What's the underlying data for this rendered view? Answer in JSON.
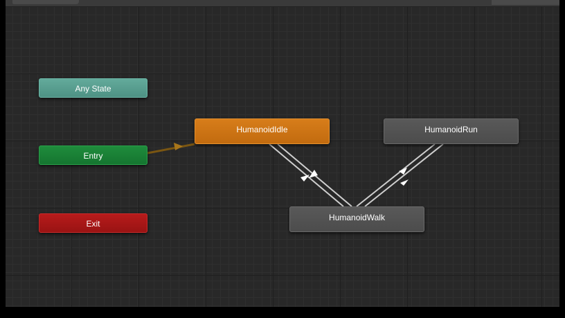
{
  "window": {
    "theme_colors": {
      "background": "#282828",
      "grid_major": "#1f1f1f",
      "grid_minor": "#2f2f2f",
      "any_state": "#5aa091",
      "entry": "#1a8236",
      "exit": "#a81717",
      "default_state": "#c8720f",
      "state": "#525252",
      "transition": "#cfcfcf",
      "default_transition": "#7a5612"
    }
  },
  "nodes": {
    "any_state": {
      "label": "Any State"
    },
    "entry": {
      "label": "Entry"
    },
    "exit": {
      "label": "Exit"
    },
    "humanoid_idle": {
      "label": "HumanoidIdle",
      "is_default": true
    },
    "humanoid_run": {
      "label": "HumanoidRun"
    },
    "humanoid_walk": {
      "label": "HumanoidWalk"
    }
  },
  "transitions": [
    {
      "from": "Entry",
      "to": "HumanoidIdle",
      "kind": "default"
    },
    {
      "from": "HumanoidIdle",
      "to": "HumanoidWalk"
    },
    {
      "from": "HumanoidWalk",
      "to": "HumanoidIdle"
    },
    {
      "from": "HumanoidRun",
      "to": "HumanoidWalk"
    },
    {
      "from": "HumanoidWalk",
      "to": "HumanoidRun"
    }
  ]
}
